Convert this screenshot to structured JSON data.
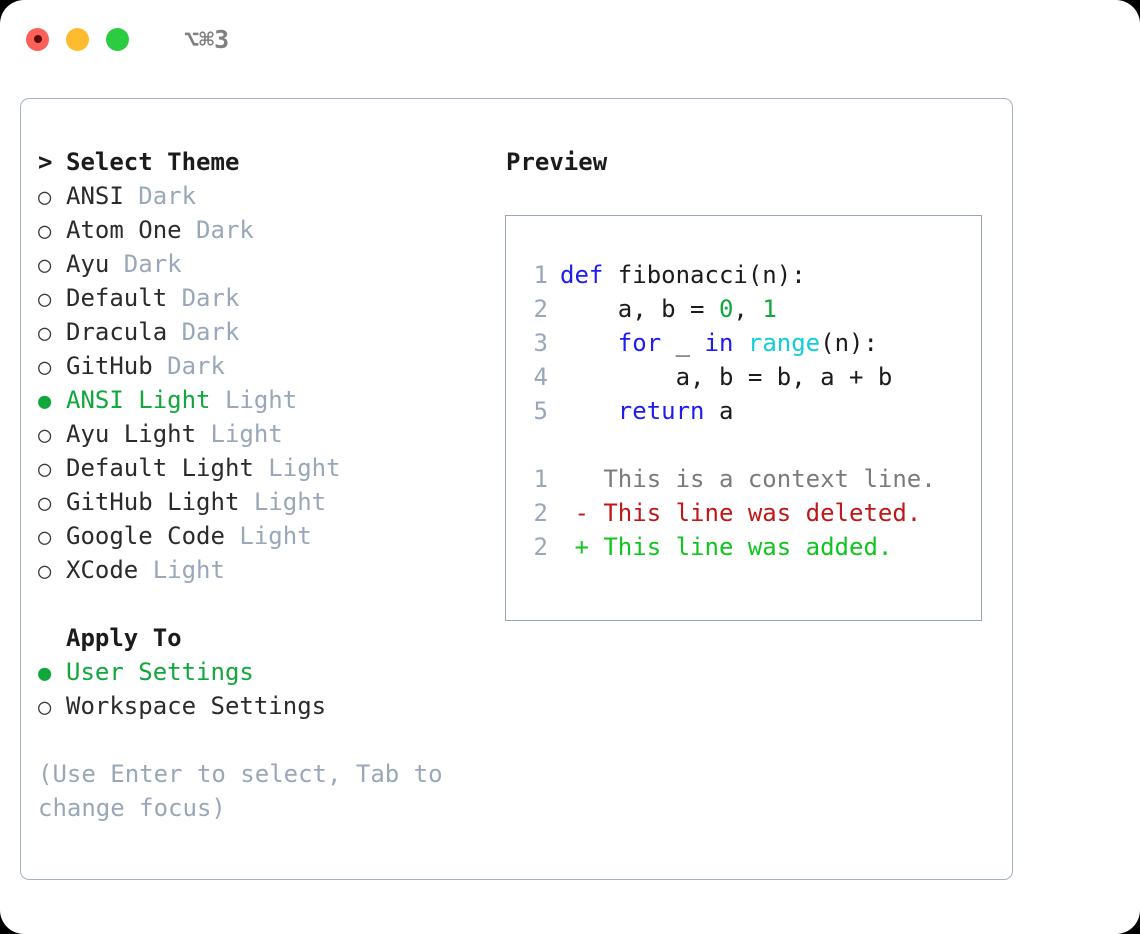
{
  "titlebar": {
    "lights": [
      "close-red",
      "minimize-amber",
      "maximize-green"
    ],
    "shortcut": "⌥⌘3"
  },
  "theme_section": {
    "marker": ">",
    "heading": "Select Theme",
    "bullet_selected": "●",
    "bullet_unselected": "○",
    "items": [
      {
        "label": "ANSI",
        "suffix": "Dark",
        "selected": false
      },
      {
        "label": "Atom One",
        "suffix": "Dark",
        "selected": false
      },
      {
        "label": "Ayu",
        "suffix": "Dark",
        "selected": false
      },
      {
        "label": "Default",
        "suffix": "Dark",
        "selected": false
      },
      {
        "label": "Dracula",
        "suffix": "Dark",
        "selected": false
      },
      {
        "label": "GitHub",
        "suffix": "Dark",
        "selected": false
      },
      {
        "label": "ANSI Light",
        "suffix": "Light",
        "selected": true
      },
      {
        "label": "Ayu Light",
        "suffix": "Light",
        "selected": false
      },
      {
        "label": "Default Light",
        "suffix": "Light",
        "selected": false
      },
      {
        "label": "GitHub Light",
        "suffix": "Light",
        "selected": false
      },
      {
        "label": "Google Code",
        "suffix": "Light",
        "selected": false
      },
      {
        "label": "XCode",
        "suffix": "Light",
        "selected": false
      }
    ]
  },
  "apply_section": {
    "heading": "Apply To",
    "items": [
      {
        "label": "User Settings",
        "selected": true
      },
      {
        "label": "Workspace Settings",
        "selected": false
      }
    ]
  },
  "hint": "(Use Enter to select, Tab to change focus)",
  "preview": {
    "title": "Preview",
    "code_lines": [
      {
        "no": "1",
        "tokens": [
          {
            "t": "def ",
            "c": "kw"
          },
          {
            "t": "fibonacci(n):",
            "c": "plain"
          }
        ]
      },
      {
        "no": "2",
        "tokens": [
          {
            "t": "    a, b = ",
            "c": "plain"
          },
          {
            "t": "0",
            "c": "num"
          },
          {
            "t": ", ",
            "c": "plain"
          },
          {
            "t": "1",
            "c": "num"
          }
        ]
      },
      {
        "no": "3",
        "tokens": [
          {
            "t": "    ",
            "c": "plain"
          },
          {
            "t": "for",
            "c": "kw"
          },
          {
            "t": " _ ",
            "c": "plain"
          },
          {
            "t": "in",
            "c": "kw"
          },
          {
            "t": " ",
            "c": "plain"
          },
          {
            "t": "range",
            "c": "fn"
          },
          {
            "t": "(n):",
            "c": "plain"
          }
        ]
      },
      {
        "no": "4",
        "tokens": [
          {
            "t": "        a, b = b, a + b",
            "c": "plain"
          }
        ]
      },
      {
        "no": "5",
        "tokens": [
          {
            "t": "    ",
            "c": "plain"
          },
          {
            "t": "return",
            "c": "kw"
          },
          {
            "t": " a",
            "c": "plain"
          }
        ]
      }
    ],
    "diff_lines": [
      {
        "no": "1",
        "marker": " ",
        "text": " This is a context line.",
        "kind": "ctx"
      },
      {
        "no": "2",
        "marker": "-",
        "text": " This line was deleted.",
        "kind": "del"
      },
      {
        "no": "2",
        "marker": "+",
        "text": " This line was added.",
        "kind": "add"
      }
    ]
  },
  "colors": {
    "accent_green": "#10a83c",
    "muted": "#9aa7b8",
    "keyword_blue": "#1d1df0",
    "function_cyan": "#10cdd8",
    "number_green": "#10a83c",
    "diff_delete_red": "#c01818",
    "diff_add_green": "#10c520",
    "border": "#a7b2bf"
  }
}
